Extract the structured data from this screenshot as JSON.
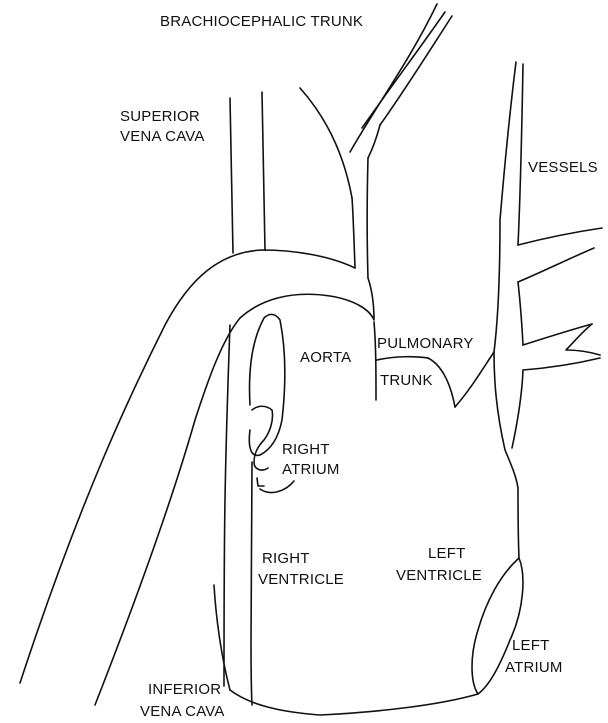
{
  "labels": {
    "brachiocephalic_trunk": "BRACHIOCEPHALIC TRUNK",
    "superior_vena_cava_1": "SUPERIOR",
    "superior_vena_cava_2": "VENA CAVA",
    "vessels": "VESSELS",
    "aorta": "AORTA",
    "pulmonary": "PULMONARY",
    "trunk": "TRUNK",
    "right_atrium_1": "RIGHT",
    "right_atrium_2": "ATRIUM",
    "right_ventricle_1": "RIGHT",
    "right_ventricle_2": "VENTRICLE",
    "left_ventricle_1": "LEFT",
    "left_ventricle_2": "VENTRICLE",
    "left_atrium_1": "LEFT",
    "left_atrium_2": "ATRIUM",
    "inferior_vena_cava_1": "INFERIOR",
    "inferior_vena_cava_2": "VENA CAVA"
  }
}
